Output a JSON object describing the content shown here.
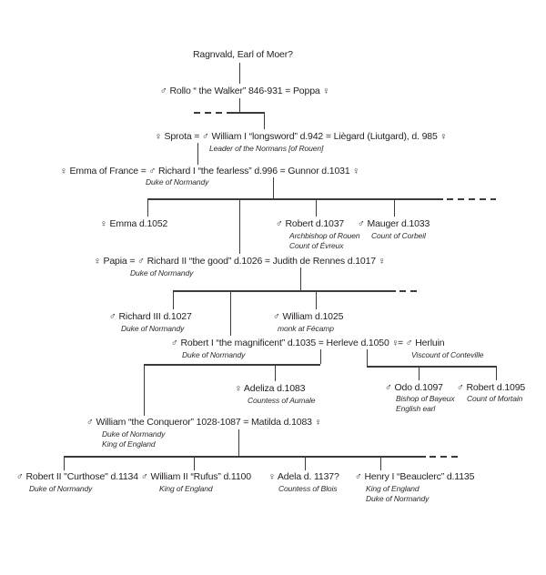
{
  "persons": {
    "ragnvald": {
      "label": "Ragnvald, Earl of Moer?"
    },
    "rollo": {
      "label": "♂ Rollo “ the Walker” 846-931 = Poppa ♀"
    },
    "william1": {
      "label": "♀ Sprota = ♂ William I “longsword” d.942 = Liègard (Liutgard), d. 985 ♀",
      "sub1": "Leader of the Normans [of Rouen]"
    },
    "richard1": {
      "label": "♀ Emma of France =  ♂ Richard I “the fearless” d.996 = Gunnor d.1031 ♀",
      "sub1": "Duke of Normandy"
    },
    "emma1052": {
      "label": "♀ Emma d.1052"
    },
    "robert1037": {
      "label": "♂ Robert  d.1037",
      "sub1": "Archbishop of Rouen",
      "sub2": "Count of Évreux"
    },
    "mauger": {
      "label": "♂ Mauger d.1033",
      "sub1": "Count of Corbeil"
    },
    "richard2": {
      "label": "♀ Papia = ♂ Richard II  “the good”  d.1026 =  Judith de Rennes d.1017 ♀",
      "sub1": "Duke of Normandy"
    },
    "richard3": {
      "label": "♂ Richard III  d.1027",
      "sub1": "Duke of Normandy"
    },
    "william1025": {
      "label": "♂ William d.1025",
      "sub1": "monk at Fécamp"
    },
    "robert1": {
      "label": "♂ Robert I “the magnificent” d.1035 = Herleve d.1050 ♀",
      "label2": "= ♂ Herluin",
      "sub1": "Duke of Normandy",
      "sub2": "Viscount of Conteville"
    },
    "adeliza": {
      "label": "♀ Adeliza d.1083",
      "sub1": "Countess of Aumale"
    },
    "odo": {
      "label": "♂ Odo  d.1097",
      "sub1": "Bishop of Bayeux",
      "sub2": "English earl"
    },
    "robert1095": {
      "label": "♂ Robert d.1095",
      "sub1": "Count of Mortain"
    },
    "williamconq": {
      "label": "♂ William “the Conqueror” 1028-1087 = Matilda d.1083 ♀",
      "sub1": "Duke of Normandy",
      "sub2": "King of England"
    },
    "robert2": {
      "label": "♂ Robert II \"Curthose\" d.1134",
      "sub1": "Duke of Normandy"
    },
    "william2": {
      "label": "♂ William II “Rufus” d.1100",
      "sub1": "King of England"
    },
    "adela": {
      "label": "♀ Adela d. 1137?",
      "sub1": "Countess of Blois"
    },
    "henry1": {
      "label": "♂ Henry I “Beauclerc” d.1135",
      "sub1": "King of England",
      "sub2": "Duke of Normandy"
    }
  }
}
